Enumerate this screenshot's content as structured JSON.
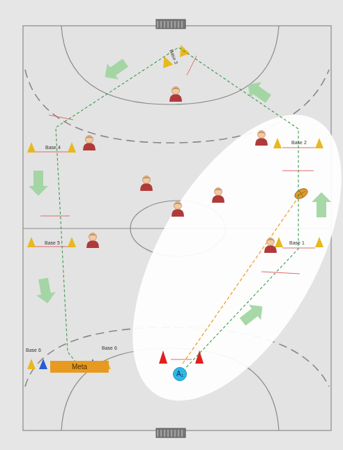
{
  "diagram": {
    "nodes": [
      {
        "text": [
          "Meta"
        ]
      },
      {
        "text": [
          "A₁"
        ]
      }
    ],
    "edges": [
      {
        "from": 1,
        "to": 0,
        "arrow": "none"
      }
    ],
    "labels": [
      "Base 3",
      "Base 2",
      "Base 4",
      "Base 5",
      "Base 1",
      "Base 6",
      "Base 6"
    ]
  }
}
